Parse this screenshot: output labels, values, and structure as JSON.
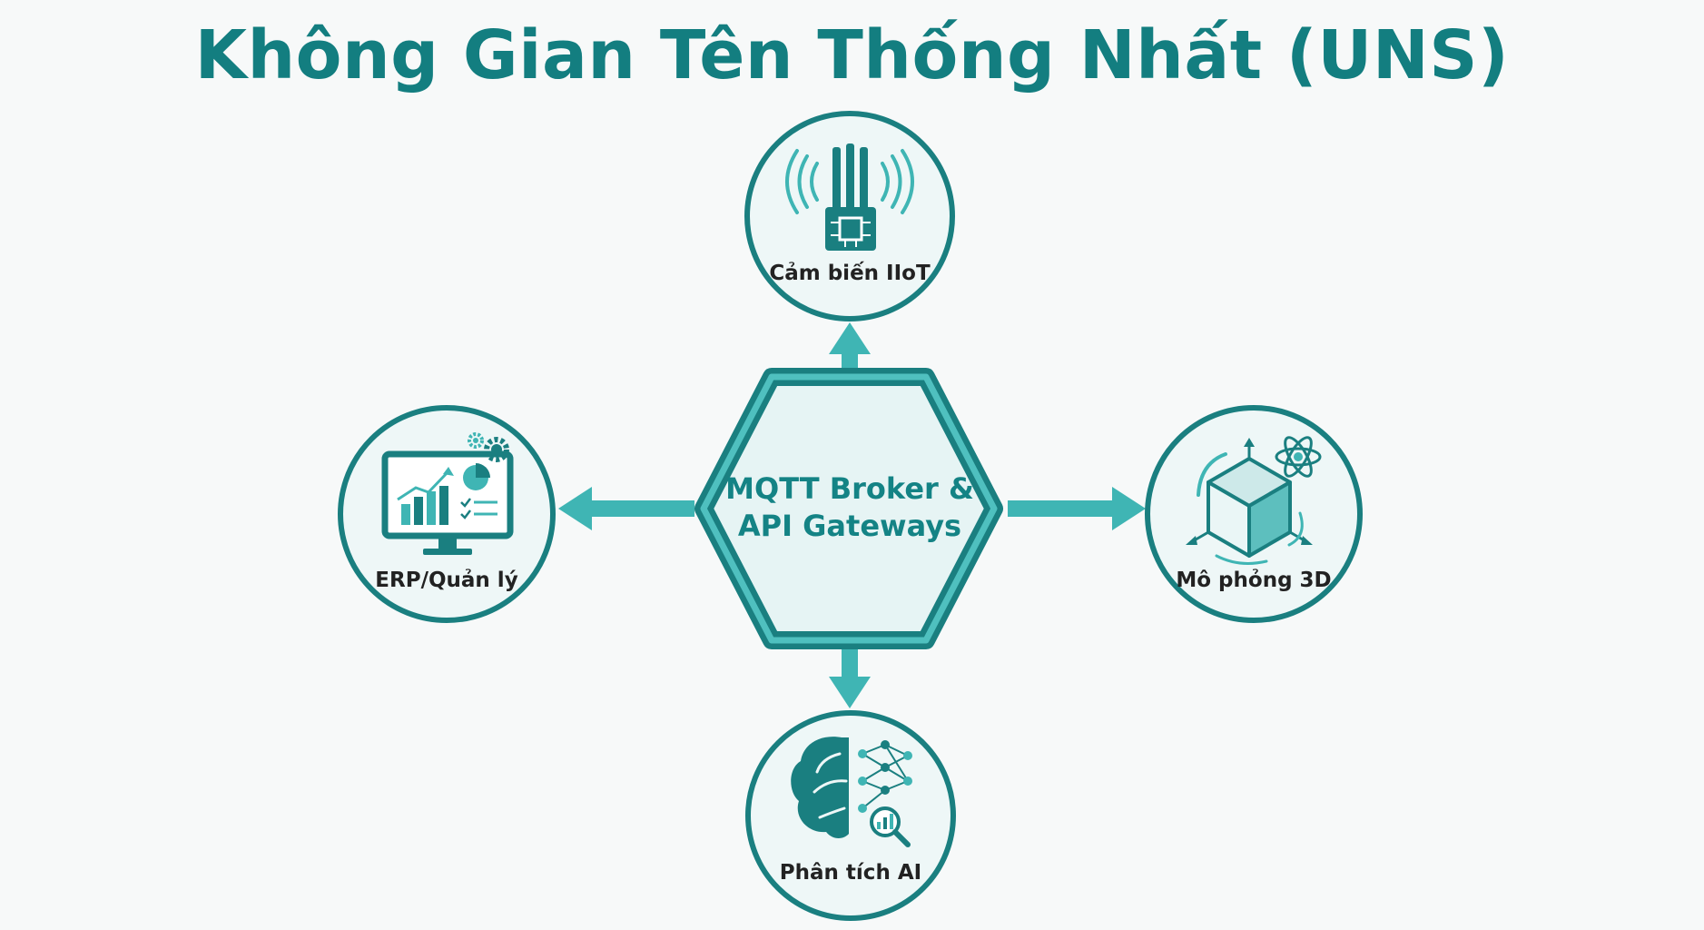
{
  "title": "Không Gian Tên Thống Nhất (UNS)",
  "hub": {
    "line1": "MQTT Broker &",
    "line2": "API Gateways"
  },
  "nodes": {
    "top": {
      "label": "Cảm biến IIoT",
      "icon": "iiot-sensor-icon"
    },
    "left": {
      "label": "ERP/Quản lý",
      "icon": "erp-dashboard-icon"
    },
    "right": {
      "label": "Mô phỏng 3D",
      "icon": "3d-simulation-icon"
    },
    "bottom": {
      "label": "Phân tích AI",
      "icon": "ai-analytics-icon"
    }
  },
  "colors": {
    "primary": "#1a7f80",
    "accent": "#3fb5b4",
    "node_fill": "#eef7f7",
    "hub_fill": "#e6f4f4",
    "background": "#f7f9f9"
  }
}
